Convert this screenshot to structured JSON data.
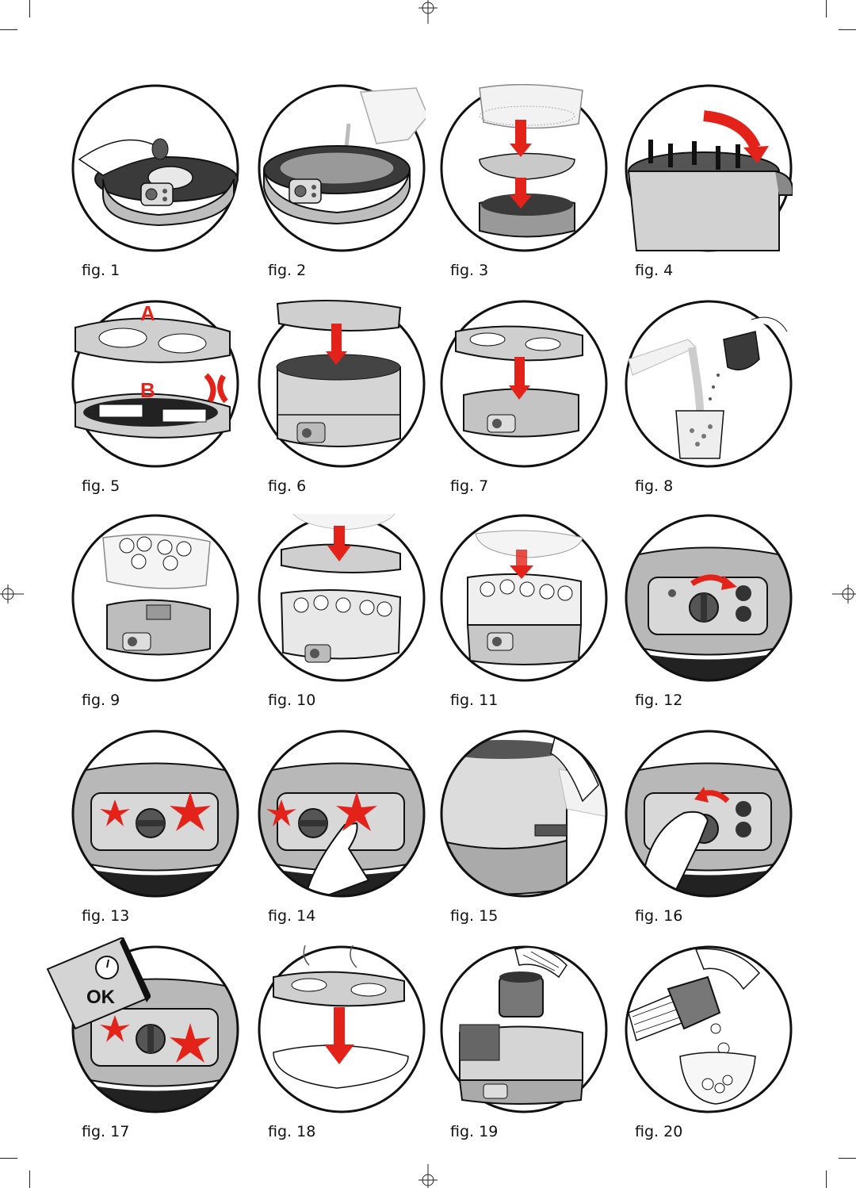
{
  "colors": {
    "accent_red": "#e32219",
    "steel_dark": "#5c5c5c",
    "steel_light": "#c9c9c9",
    "outline": "#111111"
  },
  "labels": {
    "basket_a": "A",
    "basket_b": "B",
    "ok_tab": "OK"
  },
  "figures": [
    {
      "caption": "fig. 1",
      "scene": "hand-placing-filter-into-base"
    },
    {
      "caption": "fig. 2",
      "scene": "pouring-water-into-base"
    },
    {
      "caption": "fig. 3",
      "scene": "stacking-basket-drip-tray-base"
    },
    {
      "caption": "fig. 4",
      "scene": "basket-handle-turning"
    },
    {
      "caption": "fig. 5",
      "scene": "basket-a-and-basket-b"
    },
    {
      "caption": "fig. 6",
      "scene": "tray-onto-assembled-steamer"
    },
    {
      "caption": "fig. 7",
      "scene": "tray-onto-base"
    },
    {
      "caption": "fig. 8",
      "scene": "pouring-rice-into-bowl"
    },
    {
      "caption": "fig. 9",
      "scene": "food-basket-over-base"
    },
    {
      "caption": "fig. 10",
      "scene": "lid-onto-loaded-steamer"
    },
    {
      "caption": "fig. 11",
      "scene": "lid-onto-basket-with-food"
    },
    {
      "caption": "fig. 12",
      "scene": "timer-knob-turn"
    },
    {
      "caption": "fig. 13",
      "scene": "indicator-lights-on"
    },
    {
      "caption": "fig. 14",
      "scene": "finger-pressing-button"
    },
    {
      "caption": "fig. 15",
      "scene": "water-level-side-fill"
    },
    {
      "caption": "fig. 16",
      "scene": "hand-turning-knob-back"
    },
    {
      "caption": "fig. 17",
      "scene": "timer-ok-lights"
    },
    {
      "caption": "fig. 18",
      "scene": "hot-tray-onto-lid"
    },
    {
      "caption": "fig. 19",
      "scene": "oven-mitt-lifting-bowl"
    },
    {
      "caption": "fig. 20",
      "scene": "emptying-bowl-into-dish"
    }
  ]
}
